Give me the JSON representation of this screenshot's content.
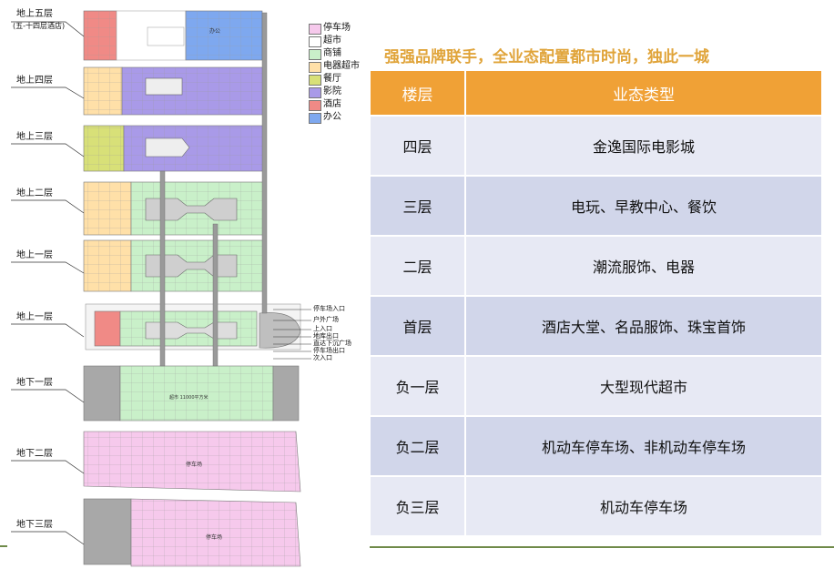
{
  "legend": [
    {
      "label": "停车场",
      "color": "#f6c9ec"
    },
    {
      "label": "超市",
      "color": "#ffffff"
    },
    {
      "label": "商铺",
      "color": "#c9f0c9"
    },
    {
      "label": "电器超市",
      "color": "#ffe0a8"
    },
    {
      "label": "餐厅",
      "color": "#d8e078"
    },
    {
      "label": "影院",
      "color": "#a99ae8"
    },
    {
      "label": "酒店",
      "color": "#f08a86"
    },
    {
      "label": "办公",
      "color": "#7ea8ef"
    }
  ],
  "floors": [
    {
      "label": "地上五层",
      "sub": "(五-十四层酒店)"
    },
    {
      "label": "地上四层",
      "sub": ""
    },
    {
      "label": "地上三层",
      "sub": ""
    },
    {
      "label": "地上二层",
      "sub": ""
    },
    {
      "label": "地上一层",
      "sub": ""
    },
    {
      "label": "地上一层",
      "sub": ""
    },
    {
      "label": "地下一层",
      "sub": ""
    },
    {
      "label": "地下二层",
      "sub": ""
    },
    {
      "label": "地下三层",
      "sub": ""
    }
  ],
  "plan_text": {
    "office": "办公",
    "supermarket": "超市 11000平方米",
    "parking_b2": "停车场",
    "parking_b3": "停车场"
  },
  "annotations": [
    "停车场入口",
    "户外广场",
    "上入口",
    "地库出口",
    "直达下沉广场",
    "停车场出口",
    "次入口"
  ],
  "headline": "强强品牌联手，全业态配置都市时尚，独此一城",
  "table": {
    "headers": [
      "楼层",
      "业态类型"
    ],
    "rows": [
      {
        "floor": "四层",
        "type": "金逸国际电影城"
      },
      {
        "floor": "三层",
        "type": "电玩、早教中心、餐饮"
      },
      {
        "floor": "二层",
        "type": "潮流服饰、电器"
      },
      {
        "floor": "首层",
        "type": "酒店大堂、名品服饰、珠宝首饰"
      },
      {
        "floor": "负一层",
        "type": "大型现代超市"
      },
      {
        "floor": "负二层",
        "type": "机动车停车场、非机动车停车场"
      },
      {
        "floor": "负三层",
        "type": "机动车停车场"
      }
    ]
  }
}
